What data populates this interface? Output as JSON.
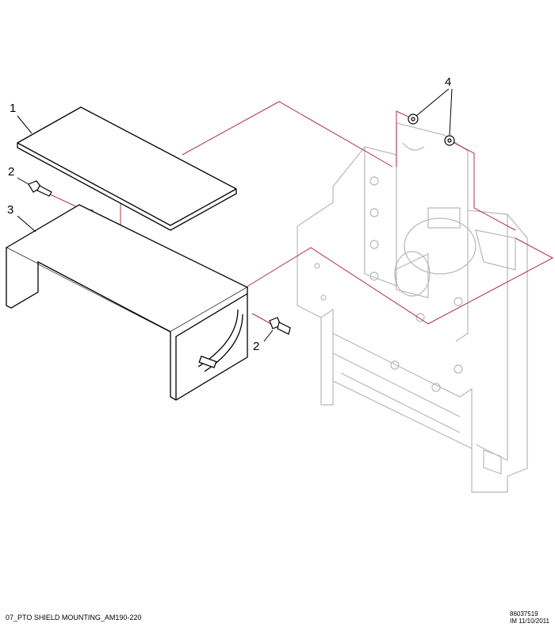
{
  "diagram": {
    "title": "07_PTO SHIELD MOUNTING_AM190-220",
    "part_number": "86037519",
    "revision": "IM 11/10/2011",
    "callouts": [
      {
        "id": "1",
        "part": "plate"
      },
      {
        "id": "2",
        "part": "bolt-left"
      },
      {
        "id": "3",
        "part": "shield"
      },
      {
        "id": "2",
        "part": "bolt-right"
      },
      {
        "id": "4",
        "part": "nuts"
      }
    ],
    "colors": {
      "leader": "#b0304a",
      "ghost": "#b8b8b8",
      "part": "#000000"
    }
  }
}
